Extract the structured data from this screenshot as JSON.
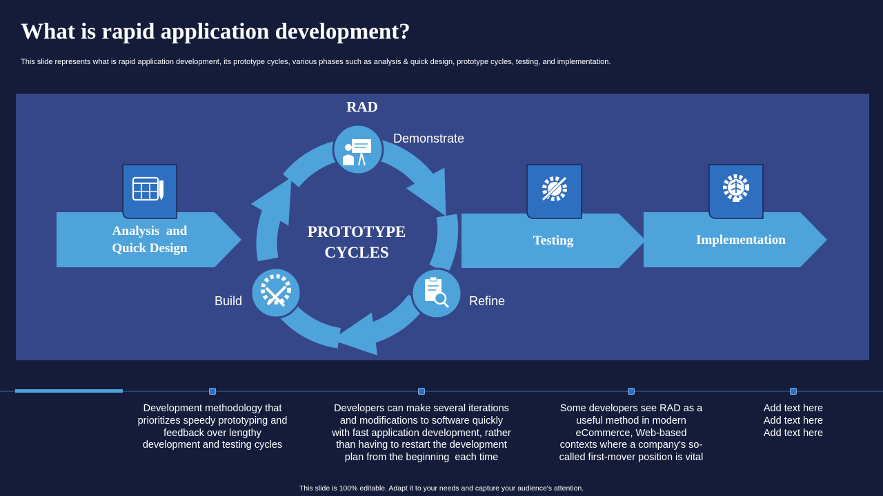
{
  "header": {
    "title": "What is rapid application development?",
    "subtitle": "This slide represents what is rapid application development, its prototype cycles, various phases such as analysis & quick design, prototype cycles, testing, and implementation."
  },
  "diagram": {
    "rad_label": "RAD",
    "center_lines": [
      "PROTOTYPE",
      "CYCLES"
    ],
    "cycle_steps": [
      {
        "label": "Demonstrate",
        "icon": "presentation-icon"
      },
      {
        "label": "Refine",
        "icon": "document-search-icon"
      },
      {
        "label": "Build",
        "icon": "gear-tools-icon"
      }
    ],
    "phases": [
      {
        "lines": [
          "Analysis  and",
          "Quick Design"
        ],
        "icon": "calendar-icon"
      },
      {
        "lines": [
          "Testing"
        ],
        "icon": "gear-wrench-icon"
      },
      {
        "lines": [
          "Implementation"
        ],
        "icon": "gear-brain-icon"
      }
    ]
  },
  "timeline": {
    "items": [
      {
        "lines": [
          "Development methodology that",
          "prioritizes speedy prototyping and",
          "feedback over lengthy",
          "development and testing cycles"
        ]
      },
      {
        "lines": [
          "Developers can make several iterations",
          "and modifications to software quickly",
          "with fast application development, rather",
          "than having to restart the development",
          "plan from the beginning  each time"
        ]
      },
      {
        "lines": [
          "Some developers see RAD as a",
          "useful method in modern",
          "eCommerce, Web-based",
          "contexts where a company's so-",
          "called first-mover position is vital"
        ]
      },
      {
        "lines": [
          "Add text here",
          "Add text here",
          "Add text here"
        ]
      }
    ]
  },
  "footer": "This slide is 100% editable.  Adapt it to your needs and capture your audience's attention.",
  "colors": {
    "background": "#141c3a",
    "panel": "#354789",
    "accent": "#4fa3db",
    "icon_box": "#2f6fc0"
  }
}
